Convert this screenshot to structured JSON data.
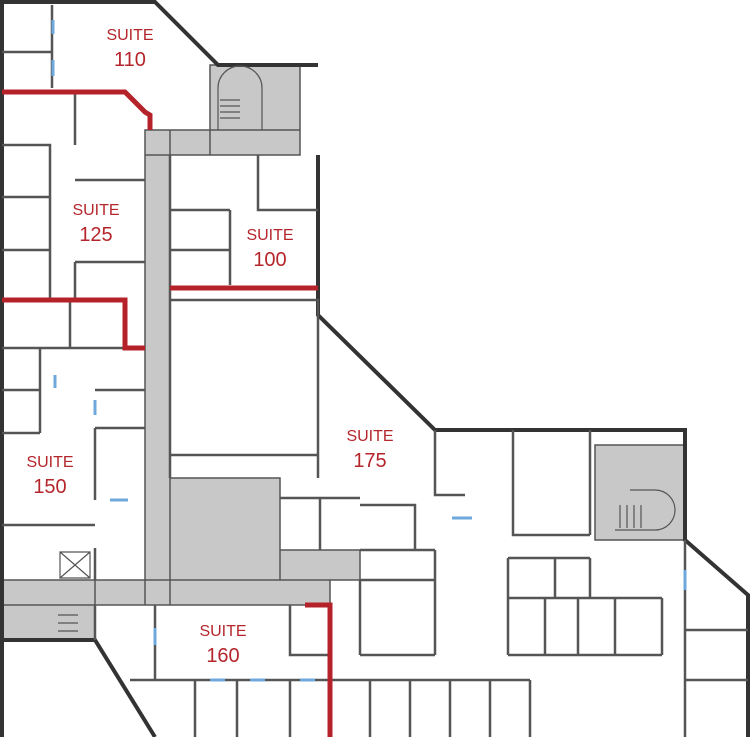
{
  "suites": [
    {
      "id": "110",
      "word": "SUITE",
      "number": "110"
    },
    {
      "id": "125",
      "word": "SUITE",
      "number": "125"
    },
    {
      "id": "100",
      "word": "SUITE",
      "number": "100"
    },
    {
      "id": "175",
      "word": "SUITE",
      "number": "175"
    },
    {
      "id": "150",
      "word": "SUITE",
      "number": "150"
    },
    {
      "id": "160",
      "word": "SUITE",
      "number": "160"
    }
  ],
  "colors": {
    "suite_boundary": "#b5222a",
    "label": "#b5262c",
    "common_area": "#c8c8c8",
    "window": "#6fa8dc"
  }
}
